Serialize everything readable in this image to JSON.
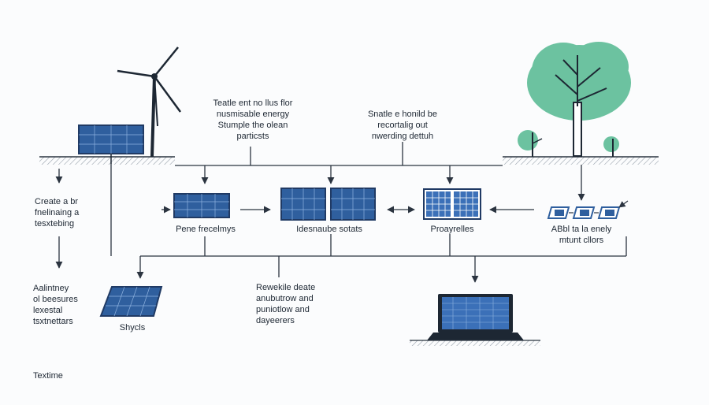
{
  "colors": {
    "line": "#2b3440",
    "panel_fill": "#2f5f9e",
    "panel_cell": "#5b8fd0",
    "panel_dark": "#203a64",
    "tree_green": "#6cc2a0",
    "ground": "#9aa3ad",
    "background": "#fbfcfd"
  },
  "texts": {
    "top_center_note": "Teatle ent no llus flor\nnusmisable energy\nStumple the olean\nparticsts",
    "top_right_note": "Snatle e honild be\nrecortalig out\nnwerding dettuh",
    "left_note_upper": "Create a br\nfnelinaing a\ntesxtebing",
    "left_note_lower": "Aalintney\nol beesures\nlexestal\ntsxtnettars",
    "label_pene": "Pene frecelmys",
    "label_idesnaube": "Idesnaube sotats",
    "label_proayrelles": "Proayrelles",
    "label_abbl": "ABbl ta la enely\nmtunt cllors",
    "label_shycls": "Shycls",
    "center_bottom_note": "Rewekile deate\nanubutrow and\npuniotlow and\ndayeerers",
    "footer_note": "Textime"
  },
  "icons": [
    "wind-turbine-icon",
    "solar-panel-icon",
    "tree-icon",
    "small-tree-icon",
    "laptop-icon",
    "battery-cells-icon"
  ]
}
